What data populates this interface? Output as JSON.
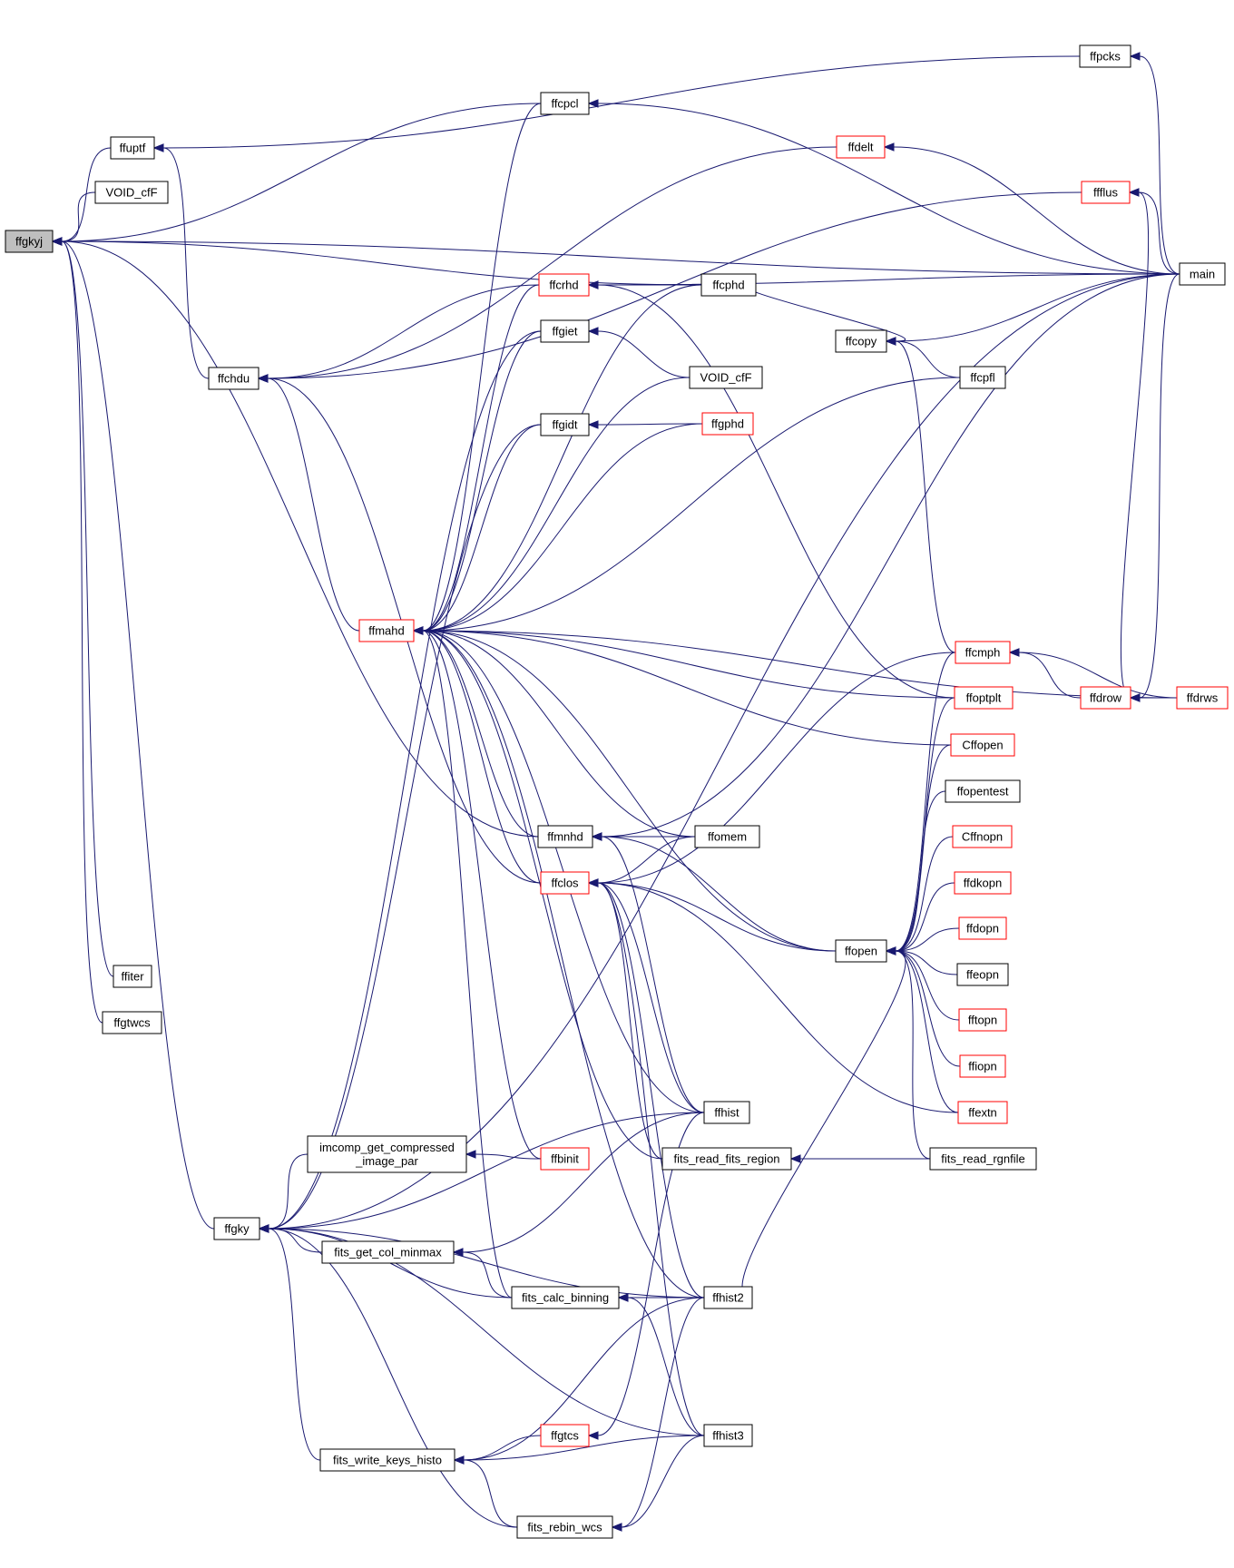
{
  "diagram": {
    "title": "",
    "colors": {
      "edge": "#191970",
      "border_default": "#000000",
      "border_truncated": "#ff0000",
      "root_fill": "#bfbfbf"
    },
    "nodes": [
      {
        "id": "ffgkyj",
        "label": "ffgkyj",
        "style": "root"
      },
      {
        "id": "ffuptf",
        "label": "ffuptf",
        "style": "black"
      },
      {
        "id": "void_cff_1",
        "label": "VOID_cfF",
        "style": "black"
      },
      {
        "id": "ffiter",
        "label": "ffiter",
        "style": "black"
      },
      {
        "id": "ffgtwcs",
        "label": "ffgtwcs",
        "style": "black"
      },
      {
        "id": "ffchdu",
        "label": "ffchdu",
        "style": "black"
      },
      {
        "id": "ffgky",
        "label": "ffgky",
        "style": "black"
      },
      {
        "id": "imcomp",
        "label": "imcomp_get_compressed\n_image_par",
        "style": "black"
      },
      {
        "id": "fits_get_col_minmax",
        "label": "fits_get_col_minmax",
        "style": "black"
      },
      {
        "id": "fits_write_keys_histo",
        "label": "fits_write_keys_histo",
        "style": "black"
      },
      {
        "id": "ffmahd",
        "label": "ffmahd",
        "style": "red"
      },
      {
        "id": "ffcpcl",
        "label": "ffcpcl",
        "style": "black"
      },
      {
        "id": "ffcrhd",
        "label": "ffcrhd",
        "style": "red"
      },
      {
        "id": "ffgiet",
        "label": "ffgiet",
        "style": "black"
      },
      {
        "id": "ffgidt",
        "label": "ffgidt",
        "style": "black"
      },
      {
        "id": "ffmnhd",
        "label": "ffmnhd",
        "style": "black"
      },
      {
        "id": "ffclos",
        "label": "ffclos",
        "style": "red"
      },
      {
        "id": "ffbinit",
        "label": "ffbinit",
        "style": "red"
      },
      {
        "id": "fits_calc_binning",
        "label": "fits_calc_binning",
        "style": "black"
      },
      {
        "id": "ffgtcs",
        "label": "ffgtcs",
        "style": "red"
      },
      {
        "id": "fits_rebin_wcs",
        "label": "fits_rebin_wcs",
        "style": "black"
      },
      {
        "id": "ffcphd",
        "label": "ffcphd",
        "style": "black"
      },
      {
        "id": "void_cff_2",
        "label": "VOID_cfF",
        "style": "black"
      },
      {
        "id": "ffgphd",
        "label": "ffgphd",
        "style": "red"
      },
      {
        "id": "ffomem",
        "label": "ffomem",
        "style": "black"
      },
      {
        "id": "ffhist",
        "label": "ffhist",
        "style": "black"
      },
      {
        "id": "fits_read_fits_region",
        "label": "fits_read_fits_region",
        "style": "black"
      },
      {
        "id": "ffhist2",
        "label": "ffhist2",
        "style": "black"
      },
      {
        "id": "ffhist3",
        "label": "ffhist3",
        "style": "black"
      },
      {
        "id": "ffcopy",
        "label": "ffcopy",
        "style": "black"
      },
      {
        "id": "ffopen",
        "label": "ffopen",
        "style": "black"
      },
      {
        "id": "ffpcks",
        "label": "ffpcks",
        "style": "black"
      },
      {
        "id": "ffdelt",
        "label": "ffdelt",
        "style": "red"
      },
      {
        "id": "ffflus",
        "label": "ffflus",
        "style": "red"
      },
      {
        "id": "ffcpfl",
        "label": "ffcpfl",
        "style": "black"
      },
      {
        "id": "ffcmph",
        "label": "ffcmph",
        "style": "red"
      },
      {
        "id": "ffoptplt",
        "label": "ffoptplt",
        "style": "red"
      },
      {
        "id": "cffopen",
        "label": "Cffopen",
        "style": "red"
      },
      {
        "id": "ffopentest",
        "label": "ffopentest",
        "style": "black"
      },
      {
        "id": "cffnopn",
        "label": "Cffnopn",
        "style": "red"
      },
      {
        "id": "ffdkopn",
        "label": "ffdkopn",
        "style": "red"
      },
      {
        "id": "ffdopn",
        "label": "ffdopn",
        "style": "red"
      },
      {
        "id": "ffeopn",
        "label": "ffeopn",
        "style": "black"
      },
      {
        "id": "fftopn",
        "label": "fftopn",
        "style": "red"
      },
      {
        "id": "ffiopn",
        "label": "ffiopn",
        "style": "red"
      },
      {
        "id": "ffextn",
        "label": "ffextn",
        "style": "red"
      },
      {
        "id": "fits_read_rgnfile",
        "label": "fits_read_rgnfile",
        "style": "black"
      },
      {
        "id": "ffdrow",
        "label": "ffdrow",
        "style": "red"
      },
      {
        "id": "ffdrws",
        "label": "ffdrws",
        "style": "red"
      },
      {
        "id": "main",
        "label": "main",
        "style": "black"
      }
    ],
    "edges": [
      [
        "ffuptf",
        "ffgkyj"
      ],
      [
        "void_cff_1",
        "ffgkyj"
      ],
      [
        "ffiter",
        "ffgkyj"
      ],
      [
        "ffgtwcs",
        "ffgkyj"
      ],
      [
        "ffgky",
        "ffgkyj"
      ],
      [
        "ffcpcl",
        "ffgkyj"
      ],
      [
        "ffcphd",
        "ffgkyj"
      ],
      [
        "ffmnhd",
        "ffgkyj"
      ],
      [
        "main",
        "ffgkyj"
      ],
      [
        "ffpcks",
        "ffuptf"
      ],
      [
        "ffchdu",
        "ffuptf"
      ],
      [
        "ffmahd",
        "ffchdu"
      ],
      [
        "ffclos",
        "ffchdu"
      ],
      [
        "ffcrhd",
        "ffchdu"
      ],
      [
        "ffdelt",
        "ffchdu"
      ],
      [
        "ffflus",
        "ffchdu"
      ],
      [
        "imcomp",
        "ffgky"
      ],
      [
        "fits_get_col_minmax",
        "ffgky"
      ],
      [
        "fits_calc_binning",
        "ffgky"
      ],
      [
        "fits_write_keys_histo",
        "ffgky"
      ],
      [
        "fits_rebin_wcs",
        "ffgky"
      ],
      [
        "ffhist",
        "ffgky"
      ],
      [
        "ffhist2",
        "ffgky"
      ],
      [
        "ffhist3",
        "ffgky"
      ],
      [
        "ffgiet",
        "ffgky"
      ],
      [
        "ffgidt",
        "ffgky"
      ],
      [
        "main",
        "ffgky"
      ],
      [
        "ffbinit",
        "imcomp"
      ],
      [
        "ffhist",
        "fits_get_col_minmax"
      ],
      [
        "fits_calc_binning",
        "fits_get_col_minmax"
      ],
      [
        "ffgtcs",
        "fits_write_keys_histo"
      ],
      [
        "ffhist2",
        "fits_write_keys_histo"
      ],
      [
        "ffhist3",
        "fits_write_keys_histo"
      ],
      [
        "ffcpcl",
        "ffmahd"
      ],
      [
        "ffcrhd",
        "ffmahd"
      ],
      [
        "ffgiet",
        "ffmahd"
      ],
      [
        "ffgidt",
        "ffmahd"
      ],
      [
        "ffmnhd",
        "ffmahd"
      ],
      [
        "ffclos",
        "ffmahd"
      ],
      [
        "ffbinit",
        "ffmahd"
      ],
      [
        "fits_calc_binning",
        "ffmahd"
      ],
      [
        "ffcphd",
        "ffmahd"
      ],
      [
        "ffgphd",
        "ffmahd"
      ],
      [
        "void_cff_2",
        "ffmahd"
      ],
      [
        "ffomem",
        "ffmahd"
      ],
      [
        "ffhist",
        "ffmahd"
      ],
      [
        "fits_read_fits_region",
        "ffmahd"
      ],
      [
        "ffhist2",
        "ffmahd"
      ],
      [
        "ffopen",
        "ffmahd"
      ],
      [
        "cffopen",
        "ffmahd"
      ],
      [
        "ffoptplt",
        "ffmahd"
      ],
      [
        "ffcpfl",
        "ffmahd"
      ],
      [
        "ffdrws",
        "ffmahd"
      ],
      [
        "main",
        "ffcpcl"
      ],
      [
        "ffcphd",
        "ffcrhd"
      ],
      [
        "main",
        "ffcrhd"
      ],
      [
        "ffoptplt",
        "ffcrhd"
      ],
      [
        "void_cff_2",
        "ffgiet"
      ],
      [
        "ffgphd",
        "ffgidt"
      ],
      [
        "ffomem",
        "ffmnhd"
      ],
      [
        "ffopen",
        "ffmnhd"
      ],
      [
        "main",
        "ffmnhd"
      ],
      [
        "ffhist",
        "ffmnhd"
      ],
      [
        "ffomem",
        "ffclos"
      ],
      [
        "ffopen",
        "ffclos"
      ],
      [
        "ffcmph",
        "ffclos"
      ],
      [
        "ffextn",
        "ffclos"
      ],
      [
        "ffhist",
        "ffclos"
      ],
      [
        "fits_read_fits_region",
        "ffclos"
      ],
      [
        "ffhist2",
        "ffclos"
      ],
      [
        "ffhist3",
        "ffclos"
      ],
      [
        "ffhist2",
        "fits_calc_binning"
      ],
      [
        "ffhist3",
        "fits_calc_binning"
      ],
      [
        "ffhist",
        "ffgtcs"
      ],
      [
        "fits_rebin_wcs",
        "fits_write_keys_histo"
      ],
      [
        "ffhist2",
        "fits_rebin_wcs"
      ],
      [
        "ffhist3",
        "fits_rebin_wcs"
      ],
      [
        "fits_read_rgnfile",
        "fits_read_fits_region"
      ],
      [
        "ffhist2",
        "ffopen"
      ],
      [
        "cffopen",
        "ffopen"
      ],
      [
        "ffopentest",
        "ffopen"
      ],
      [
        "cffnopn",
        "ffopen"
      ],
      [
        "ffdkopn",
        "ffopen"
      ],
      [
        "ffdopn",
        "ffopen"
      ],
      [
        "ffeopn",
        "ffopen"
      ],
      [
        "fftopn",
        "ffopen"
      ],
      [
        "ffiopn",
        "ffopen"
      ],
      [
        "ffextn",
        "ffopen"
      ],
      [
        "fits_read_rgnfile",
        "ffopen"
      ],
      [
        "ffoptplt",
        "ffopen"
      ],
      [
        "ffcmph",
        "ffopen"
      ],
      [
        "ffcphd",
        "ffcopy"
      ],
      [
        "ffcpfl",
        "ffcopy"
      ],
      [
        "main",
        "ffcopy"
      ],
      [
        "ffcmph",
        "ffcopy"
      ],
      [
        "main",
        "ffpcks"
      ],
      [
        "main",
        "ffdelt"
      ],
      [
        "ffdrow",
        "ffflus"
      ],
      [
        "main",
        "ffflus"
      ],
      [
        "ffdrow",
        "ffcmph"
      ],
      [
        "ffdrws",
        "ffcmph"
      ],
      [
        "ffdrws",
        "ffdrow"
      ],
      [
        "main",
        "ffdrow"
      ]
    ]
  }
}
